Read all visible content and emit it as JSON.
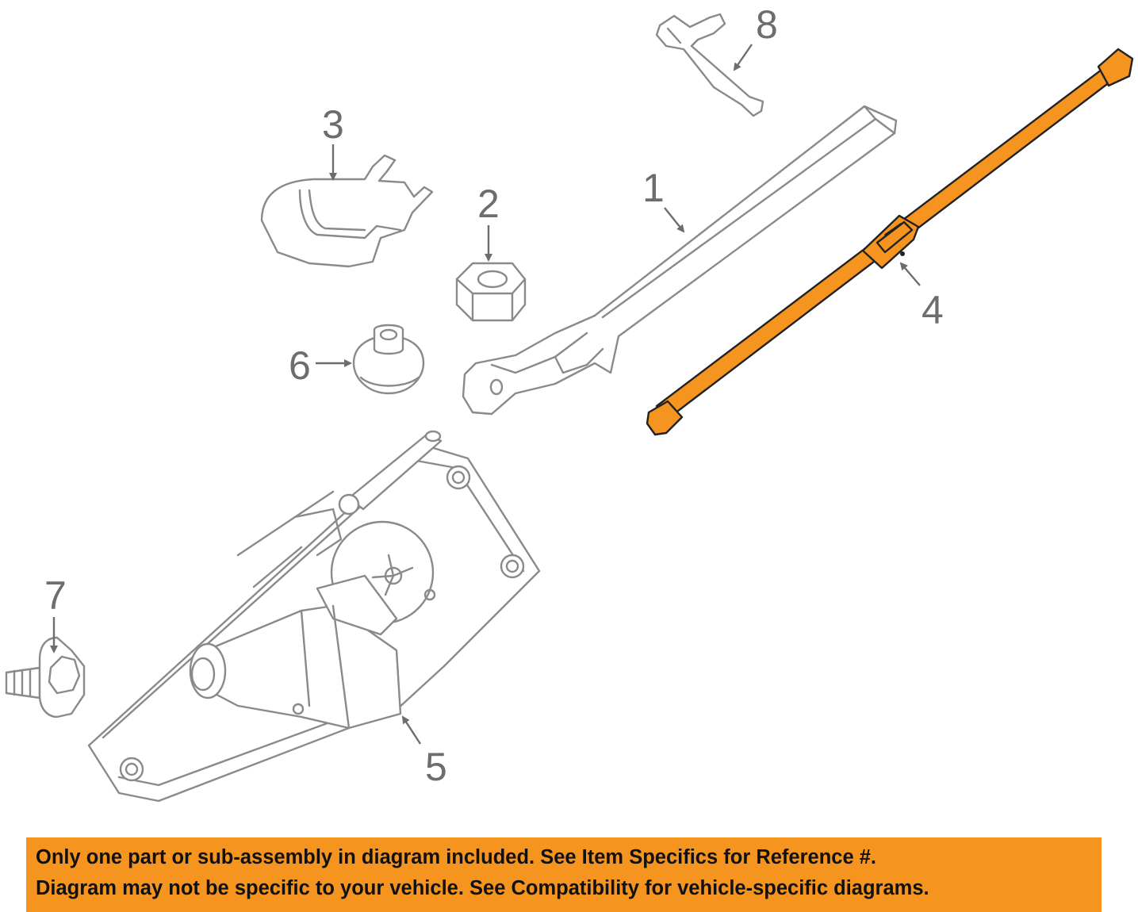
{
  "callouts": {
    "c1": "1",
    "c2": "2",
    "c3": "3",
    "c4": "4",
    "c5": "5",
    "c6": "6",
    "c7": "7",
    "c8": "8"
  },
  "banner": {
    "line1": "Only one part or sub-assembly in diagram included. See Item Specifics for Reference #.",
    "line2": "Diagram may not be specific to your vehicle. See Compatibility for vehicle-specific diagrams."
  },
  "colors": {
    "highlight": "#f5941e",
    "line_art": "#8a8a8a",
    "callout_text": "#6d6d6d"
  }
}
